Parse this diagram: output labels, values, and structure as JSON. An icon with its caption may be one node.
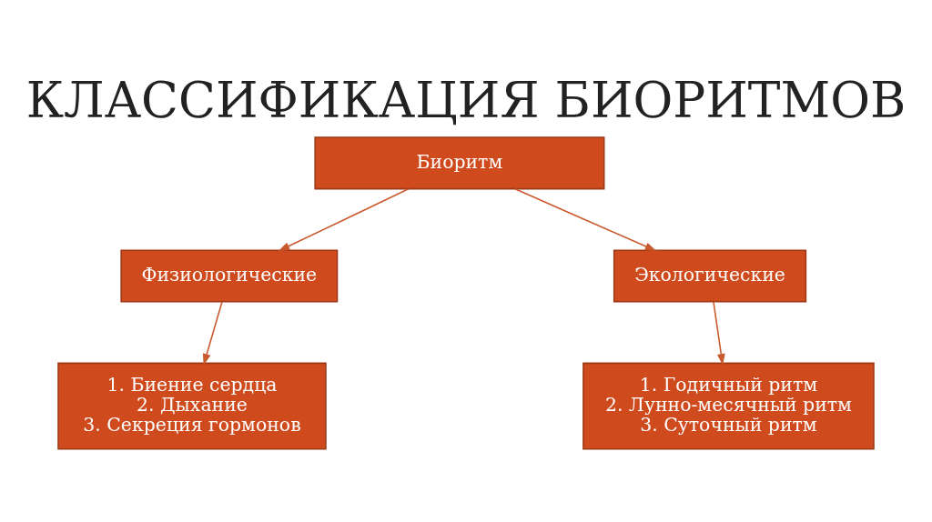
{
  "diagram": {
    "title": "КЛАССИФИКАЦИЯ БИОРИТМОВ",
    "nodes": [
      {
        "text": [
          "Биоритм"
        ]
      },
      {
        "text": [
          "Физиологические"
        ]
      },
      {
        "text": [
          "Экологические"
        ]
      },
      {
        "text": [
          "1. Биение сердца",
          "2. Дыхание",
          "3. Секреция гормонов"
        ]
      },
      {
        "text": [
          "1. Годичный ритм",
          "2. Лунно-месячный ритм",
          "3. Суточный ритм"
        ]
      }
    ],
    "edges": [
      {
        "from": 0,
        "to": 1,
        "arrow": "to"
      },
      {
        "from": 0,
        "to": 2,
        "arrow": "to"
      },
      {
        "from": 1,
        "to": 3,
        "arrow": "to"
      },
      {
        "from": 2,
        "to": 4,
        "arrow": "to"
      }
    ]
  }
}
